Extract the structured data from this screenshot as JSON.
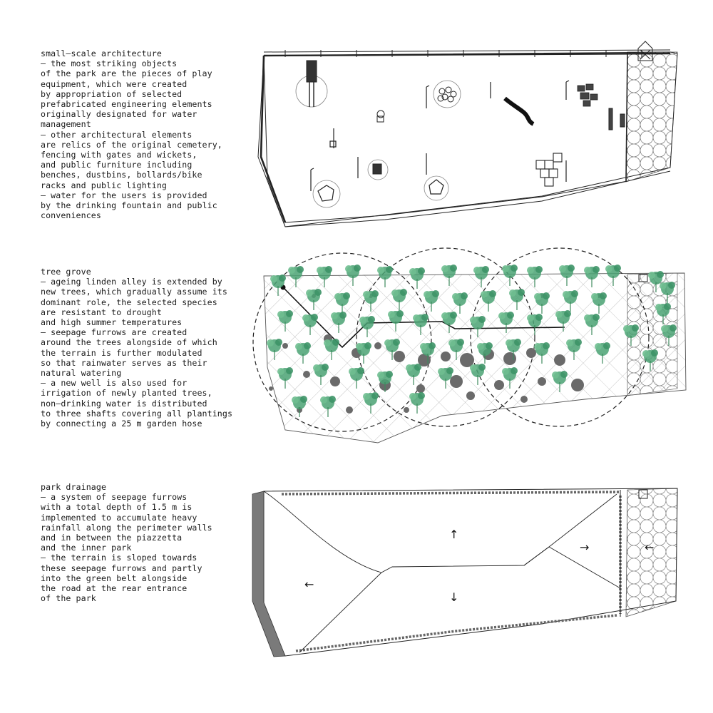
{
  "sections": [
    {
      "id": "small-scale-architecture",
      "title": "small–scale architecture",
      "lines": [
        "– the most striking objects",
        "of the park are the pieces of play",
        "equipment, which were created",
        "by appropriation of selected",
        "prefabricated engineering elements",
        "originally designated for water",
        "management",
        "– other architectural elements",
        "are relics of the original cemetery,",
        "fencing with gates and wickets,",
        "and public furniture including",
        "benches, dustbins, bollards/bike",
        "racks and public lighting",
        "– water for the users is provided",
        "by the drinking fountain and public",
        "conveniences"
      ]
    },
    {
      "id": "tree-grove",
      "title": "tree grove",
      "lines": [
        "– ageing linden alley is extended by",
        "new trees, which gradually assume its",
        "dominant role, the selected species",
        "are resistant to drought",
        "and high summer temperatures",
        "– seepage furrows are created",
        "around the trees alongside of which",
        "the terrain is further modulated",
        "so that rainwater serves as their",
        "natural watering",
        "– a new well is also used for",
        "irrigation of newly planted trees,",
        "non–drinking water is distributed",
        "to three shafts covering all plantings",
        "by connecting a 25 m garden hose"
      ]
    },
    {
      "id": "park-drainage",
      "title": "park drainage",
      "lines": [
        "– a system of seepage furrows",
        "with a total depth of 1.5 m is",
        "implemented to accumulate heavy",
        "rainfall along the perimeter walls",
        "and in between the piazzetta",
        "and the inner park",
        "– the terrain is sloped towards",
        "these seepage furrows and partly",
        "into the green belt alongside",
        "the road at the rear entrance",
        "of the park"
      ]
    }
  ],
  "drainage_arrows": {
    "up": "↑",
    "down": "↓",
    "left": "←",
    "right": "→",
    "piazzetta": "←"
  },
  "colors": {
    "text": "#1a1a1a",
    "line": "#222222",
    "tree_green": "#3f9f6a",
    "tree_green_light": "#7cc49a",
    "trunk_grey": "#7a7a7a",
    "wall_grey": "#6e6e6e"
  }
}
